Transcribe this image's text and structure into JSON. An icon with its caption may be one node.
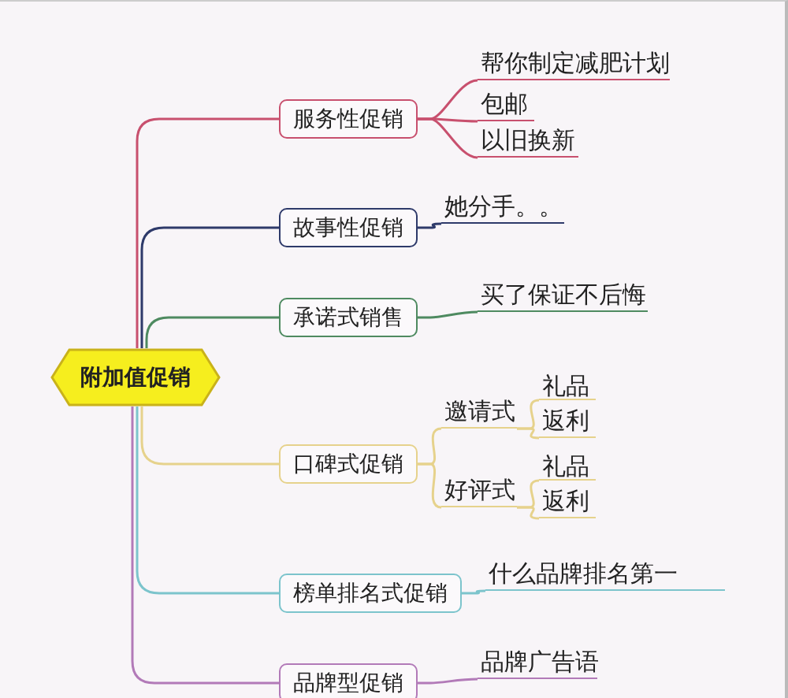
{
  "diagram": {
    "nodes": [
      {
        "text": [
          "附加值促销"
        ]
      },
      {
        "text": [
          "服务性促销"
        ]
      },
      {
        "text": [
          "帮你制定减肥计划"
        ]
      },
      {
        "text": [
          "包邮"
        ]
      },
      {
        "text": [
          "以旧换新"
        ]
      },
      {
        "text": [
          "故事性促销"
        ]
      },
      {
        "text": [
          "她分手。。"
        ]
      },
      {
        "text": [
          "承诺式销售"
        ]
      },
      {
        "text": [
          "买了保证不后悔"
        ]
      },
      {
        "text": [
          "口碑式促销"
        ]
      },
      {
        "text": [
          "邀请式"
        ]
      },
      {
        "text": [
          "礼品"
        ]
      },
      {
        "text": [
          "返利"
        ]
      },
      {
        "text": [
          "好评式"
        ]
      },
      {
        "text": [
          "礼品"
        ]
      },
      {
        "text": [
          "返利"
        ]
      },
      {
        "text": [
          "榜单排名式促销"
        ]
      },
      {
        "text": [
          "什么品牌排名第一"
        ]
      },
      {
        "text": [
          "品牌型促销"
        ]
      },
      {
        "text": [
          "品牌广告语"
        ]
      }
    ],
    "edges": [
      {
        "from": 0,
        "to": 1,
        "arrow": "none",
        "color": "#c8506e"
      },
      {
        "from": 1,
        "to": 2,
        "arrow": "none",
        "color": "#c8506e"
      },
      {
        "from": 1,
        "to": 3,
        "arrow": "none",
        "color": "#c8506e"
      },
      {
        "from": 1,
        "to": 4,
        "arrow": "none",
        "color": "#c8506e"
      },
      {
        "from": 0,
        "to": 5,
        "arrow": "none",
        "color": "#2e3a6a"
      },
      {
        "from": 5,
        "to": 6,
        "arrow": "none",
        "color": "#2e3a6a"
      },
      {
        "from": 0,
        "to": 7,
        "arrow": "none",
        "color": "#4e8a60"
      },
      {
        "from": 7,
        "to": 8,
        "arrow": "none",
        "color": "#4e8a60"
      },
      {
        "from": 0,
        "to": 9,
        "arrow": "none",
        "color": "#e6d28c"
      },
      {
        "from": 9,
        "to": 10,
        "arrow": "none",
        "color": "#e6d28c"
      },
      {
        "from": 10,
        "to": 11,
        "arrow": "none",
        "color": "#e6d28c"
      },
      {
        "from": 10,
        "to": 12,
        "arrow": "none",
        "color": "#e6d28c"
      },
      {
        "from": 9,
        "to": 13,
        "arrow": "none",
        "color": "#e6d28c"
      },
      {
        "from": 13,
        "to": 14,
        "arrow": "none",
        "color": "#e6d28c"
      },
      {
        "from": 13,
        "to": 15,
        "arrow": "none",
        "color": "#e6d28c"
      },
      {
        "from": 0,
        "to": 16,
        "arrow": "none",
        "color": "#7cc4cc"
      },
      {
        "from": 16,
        "to": 17,
        "arrow": "none",
        "color": "#7cc4cc"
      },
      {
        "from": 0,
        "to": 18,
        "arrow": "none",
        "color": "#b27ab8"
      },
      {
        "from": 18,
        "to": 19,
        "arrow": "none",
        "color": "#b27ab8"
      }
    ]
  }
}
